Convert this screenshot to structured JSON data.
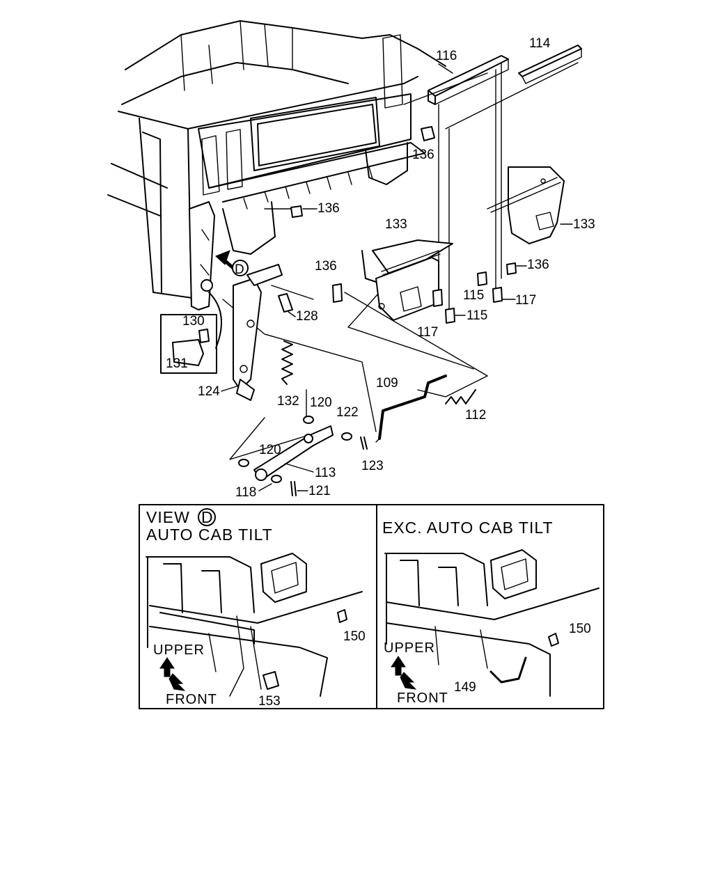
{
  "callouts": {
    "c114": "114",
    "c116": "116",
    "c136a": "136",
    "c136b": "136",
    "c136c": "136",
    "c136d": "136",
    "c133a": "133",
    "c133b": "133",
    "c115a": "115",
    "c115b": "115",
    "c117a": "117",
    "c117b": "117",
    "c128": "128",
    "c130": "130",
    "c131": "131",
    "c124": "124",
    "c132": "132",
    "c120a": "120",
    "c120b": "120",
    "c122": "122",
    "c123": "123",
    "c109": "109",
    "c112": "112",
    "c113": "113",
    "c118": "118",
    "c121": "121",
    "c150a": "150",
    "c150b": "150",
    "c153": "153",
    "c149": "149"
  },
  "view_marker": "D",
  "panel_left": {
    "title_view": "VIEW",
    "title_marker": "D",
    "subtitle": "AUTO CAB TILT",
    "upper": "UPPER",
    "front": "FRONT"
  },
  "panel_right": {
    "title": "EXC. AUTO CAB TILT",
    "upper": "UPPER",
    "front": "FRONT"
  }
}
